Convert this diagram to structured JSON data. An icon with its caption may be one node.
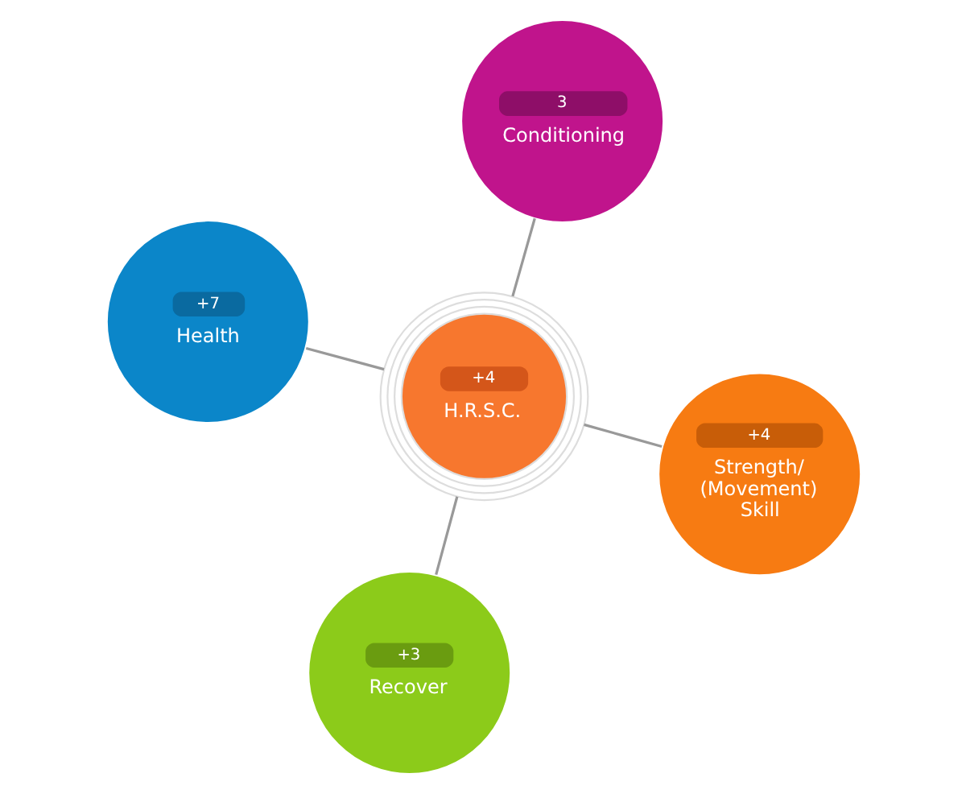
{
  "diagram": {
    "nodes": [
      {
        "text": [
          "+7",
          "Health"
        ]
      },
      {
        "text": [
          "+4",
          "Strength/ (Movement) Skill"
        ]
      },
      {
        "text": [
          "+3",
          "Recover"
        ]
      },
      {
        "text": [
          "+4",
          "H.R.S.C."
        ]
      },
      {
        "text": [
          "3",
          "Conditioning"
        ]
      }
    ],
    "edges": [
      {
        "from": 0,
        "to": 3,
        "arrow": "none"
      },
      {
        "from": 1,
        "to": 3,
        "arrow": "none"
      },
      {
        "from": 2,
        "to": 3,
        "arrow": "none"
      },
      {
        "from": 3,
        "to": 4,
        "arrow": "none"
      }
    ]
  }
}
